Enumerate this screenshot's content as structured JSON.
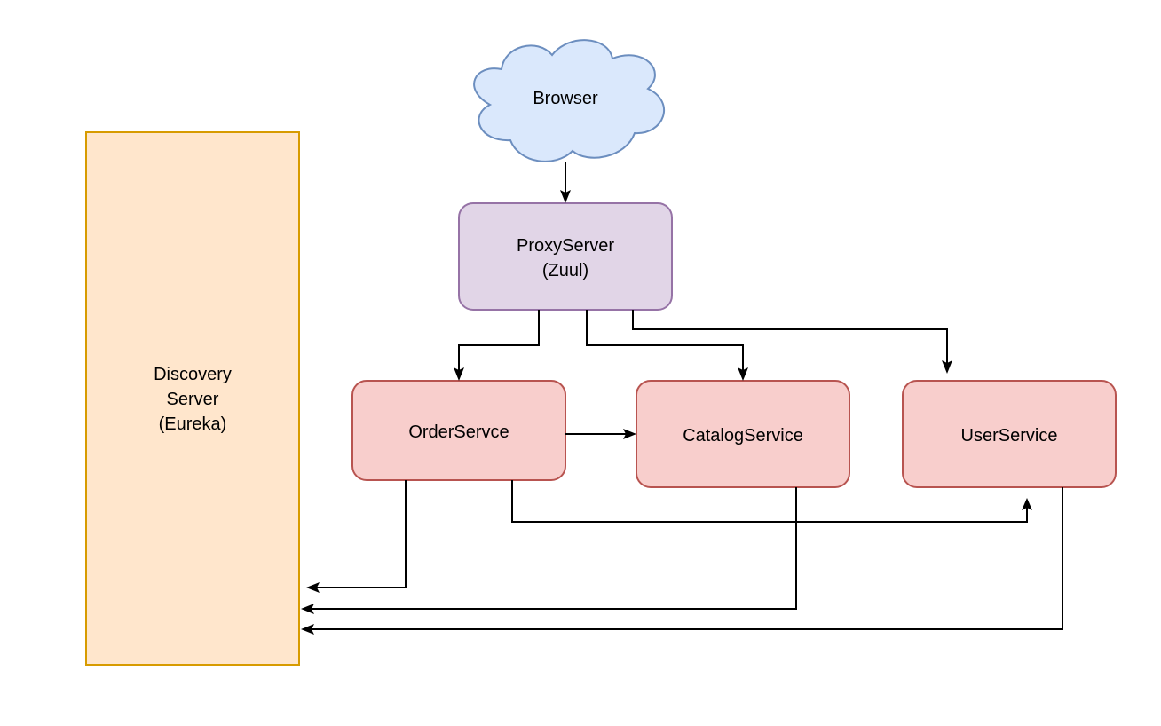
{
  "nodes": {
    "browser": {
      "label": "Browser",
      "fill": "#dae8fc",
      "stroke": "#6c8ebf"
    },
    "proxy_server": {
      "label_lines": [
        "ProxyServer",
        "(Zuul)"
      ],
      "fill": "#e1d5e7",
      "stroke": "#9673a6"
    },
    "discovery_server": {
      "label_lines": [
        "Discovery",
        "Server",
        "(Eureka)"
      ],
      "fill": "#ffe6cc",
      "stroke": "#d79b00"
    },
    "order_service": {
      "label": "OrderServce",
      "fill": "#f8cecc",
      "stroke": "#b85450"
    },
    "catalog_service": {
      "label": "CatalogService",
      "fill": "#f8cecc",
      "stroke": "#b85450"
    },
    "user_service": {
      "label": "UserService",
      "fill": "#f8cecc",
      "stroke": "#b85450"
    }
  },
  "edges": [
    {
      "from": "browser",
      "to": "proxy_server"
    },
    {
      "from": "proxy_server",
      "to": "order_service"
    },
    {
      "from": "proxy_server",
      "to": "catalog_service"
    },
    {
      "from": "proxy_server",
      "to": "user_service"
    },
    {
      "from": "order_service",
      "to": "catalog_service"
    },
    {
      "from": "order_service",
      "to": "user_service"
    },
    {
      "from": "order_service",
      "to": "discovery_server"
    },
    {
      "from": "catalog_service",
      "to": "discovery_server"
    },
    {
      "from": "user_service",
      "to": "discovery_server"
    }
  ],
  "colors": {
    "edge": "#000000"
  }
}
